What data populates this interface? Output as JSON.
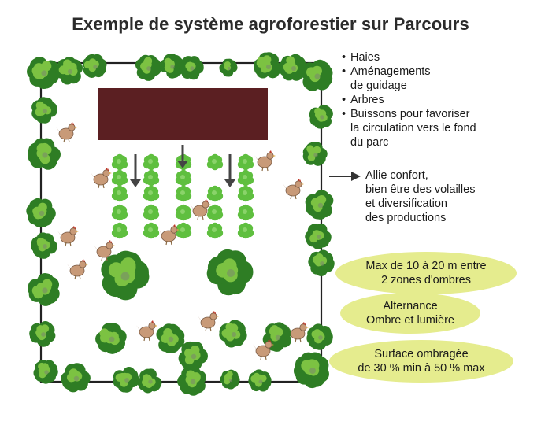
{
  "title": "Exemple de système agroforestier sur Parcours",
  "legend": [
    {
      "lines": [
        "Haies"
      ]
    },
    {
      "lines": [
        "Aménagements",
        "de guidage"
      ]
    },
    {
      "lines": [
        "Arbres"
      ]
    },
    {
      "lines": [
        "Buissons pour favoriser",
        "la circulation vers le fond",
        "du parc"
      ]
    }
  ],
  "bullet": "•",
  "arrow_note": [
    "Allie confort,",
    "bien être des volailles",
    "et diversification",
    "des productions"
  ],
  "ellipses": [
    [
      "Max de 10 à 20 m entre",
      "2 zones d'ombres"
    ],
    [
      "Alternance",
      "Ombre et lumière"
    ],
    [
      "Surface ombragée",
      "de 30 % min à 50 % max"
    ]
  ],
  "colors": {
    "building": "#5b1f22",
    "hedge_dark": "#2e7d24",
    "hedge_light": "#7cc242",
    "shrub": "#5fbf3f",
    "fence": "#222222",
    "ellipse": "#e5ec8e",
    "hen_body": "#c89a78",
    "hen_comb": "#c0392b"
  },
  "icons": [
    "hedge-bush-icon",
    "tree-icon",
    "shrub-icon",
    "hen-icon",
    "down-arrow-icon",
    "right-arrow-icon",
    "building-icon"
  ]
}
